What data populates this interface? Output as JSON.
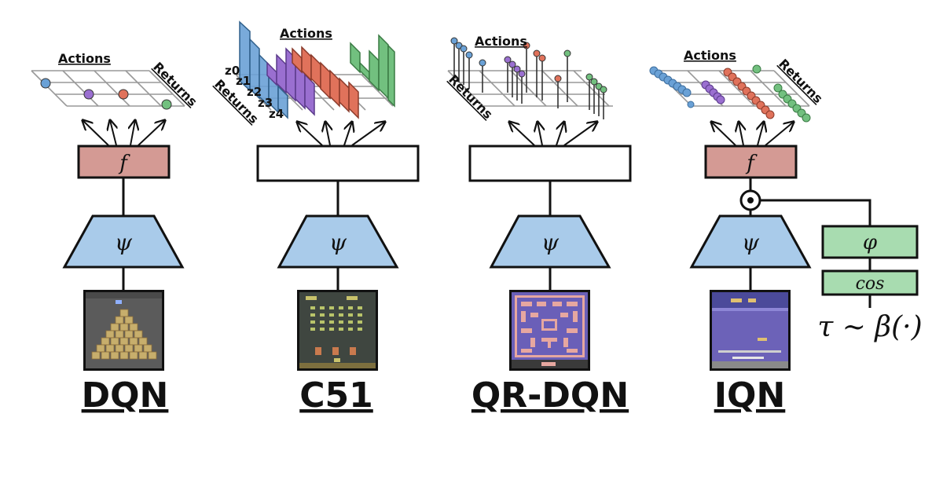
{
  "models": [
    {
      "name": "DQN",
      "f_label": "f",
      "psi_label": "ψ"
    },
    {
      "name": "C51",
      "f_label": "",
      "psi_label": "ψ"
    },
    {
      "name": "QR-DQN",
      "f_label": "",
      "psi_label": "ψ"
    },
    {
      "name": "IQN",
      "f_label": "f",
      "psi_label": "ψ"
    }
  ],
  "axis_labels": {
    "actions": "Actions",
    "returns": "Returns"
  },
  "c51_atoms": [
    "z0",
    "z1",
    "z2",
    "z3",
    "z4"
  ],
  "iqn_extra": {
    "phi": "φ",
    "cos": "cos",
    "tau": "τ ∼ β(·)",
    "product": "⊙"
  },
  "games": [
    "Q*bert",
    "Space Invaders",
    "Ms. Pac-Man",
    "Seaquest"
  ],
  "colors": {
    "blue": "#6aa1d6",
    "purple": "#9a6fd0",
    "red": "#e0725b",
    "green": "#72c07f",
    "f_fill": "#d49a94",
    "psi_fill": "#a9cbea",
    "iqn_fill": "#a8dcb0"
  }
}
